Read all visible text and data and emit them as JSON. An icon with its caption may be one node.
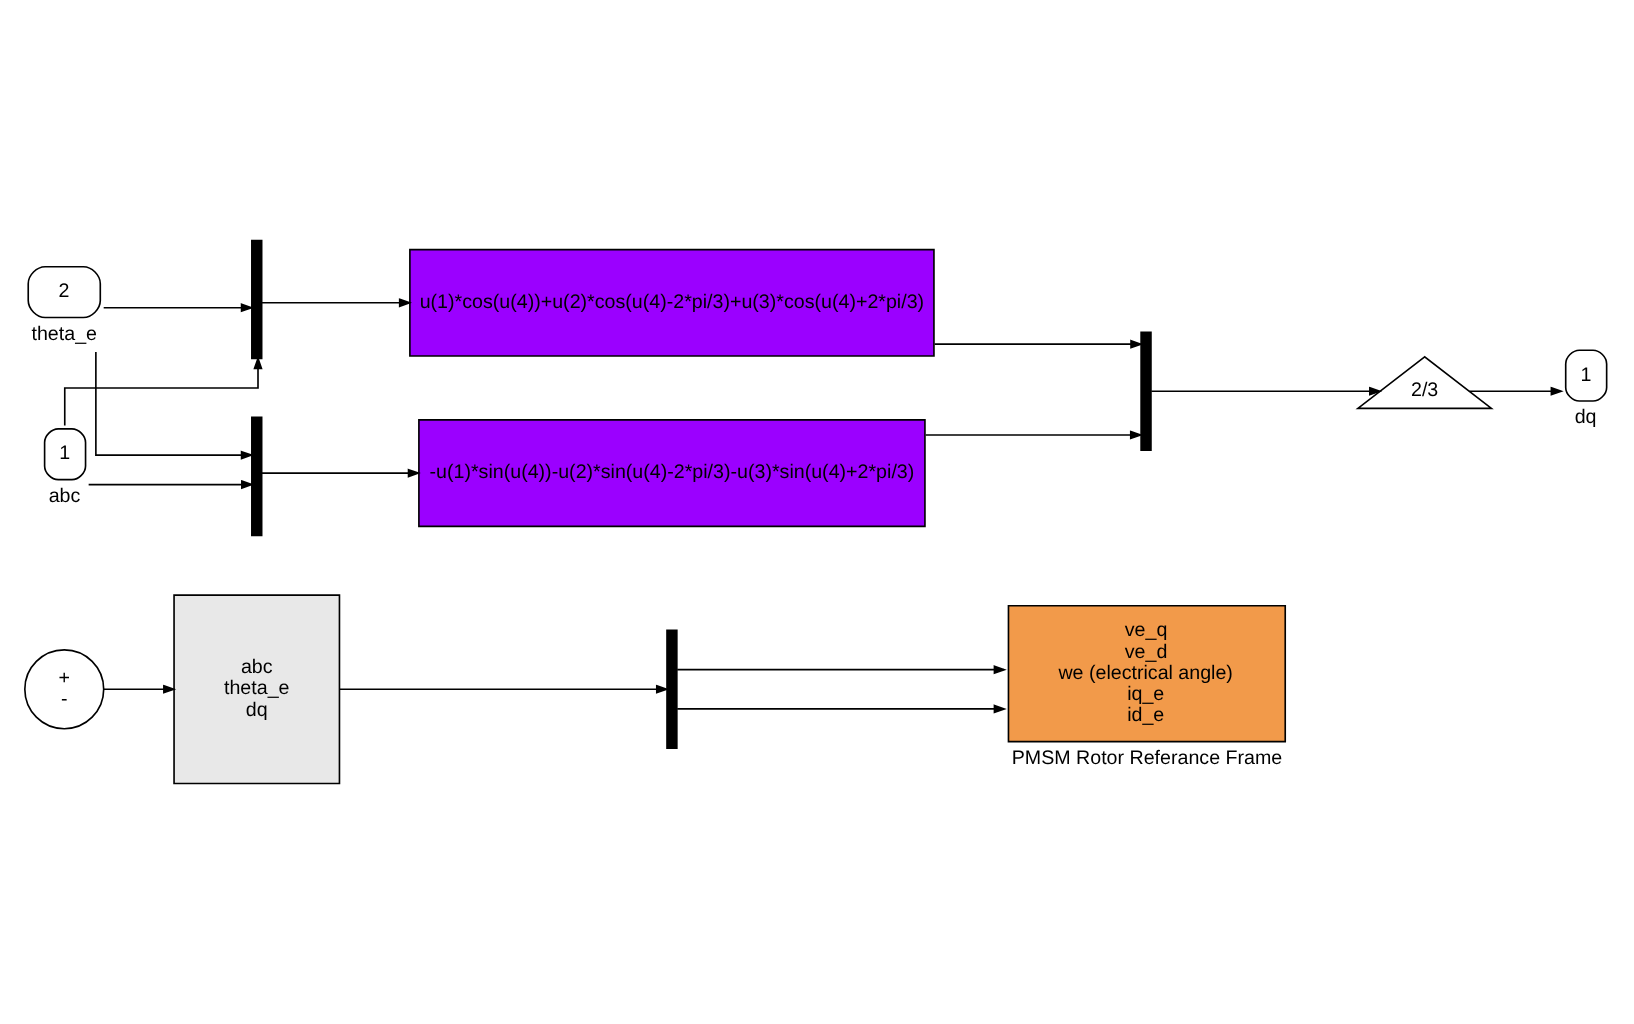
{
  "diagram": {
    "nodes": [
      {
        "text": [
          "+",
          "-"
        ]
      },
      {
        "text": [
          "abc",
          "theta_e",
          "dq"
        ]
      },
      {
        "text": [],
        "shape": "bar"
      },
      {
        "text": [
          "ve_q",
          "ve_d",
          "we (electrical angle)",
          "iq_e",
          "id_e"
        ],
        "beside": [
          "PMSM Rotor Referance Frame"
        ]
      },
      {
        "text": [
          "2"
        ],
        "beside": [
          "theta_e"
        ]
      },
      {
        "text": [
          "1"
        ],
        "beside": [
          "abc"
        ]
      },
      {
        "text": [],
        "shape": "bar"
      },
      {
        "text": [],
        "shape": "bar"
      },
      {
        "text": [
          "u(1)*cos(u(4))+u(2)*cos(u(4)-2*pi/3)+u(3)*cos(u(4)+2*pi/3)"
        ]
      },
      {
        "text": [
          "-u(1)*sin(u(4))-u(2)*sin(u(4)-2*pi/3)-u(3)*sin(u(4)+2*pi/3)"
        ]
      },
      {
        "text": [],
        "shape": "bar"
      },
      {
        "text": [
          "2/3"
        ]
      },
      {
        "text": [
          "1"
        ],
        "beside": [
          "dq"
        ]
      }
    ],
    "edges": [
      {
        "from": 0,
        "to": 1,
        "arrow": "to"
      },
      {
        "from": 1,
        "to": 2,
        "arrow": "to"
      },
      {
        "from": 2,
        "to": 3,
        "arrow": "to"
      },
      {
        "from": 2,
        "to": 3,
        "arrow": "to"
      },
      {
        "from": 5,
        "to": 6,
        "arrow": "to"
      },
      {
        "from": 4,
        "to": 6,
        "arrow": "to"
      },
      {
        "from": 5,
        "to": 7,
        "arrow": "to"
      },
      {
        "from": 4,
        "to": 7,
        "arrow": "to"
      },
      {
        "from": 6,
        "to": 8,
        "arrow": "to"
      },
      {
        "from": 7,
        "to": 9,
        "arrow": "to"
      },
      {
        "from": 8,
        "to": 10,
        "arrow": "to"
      },
      {
        "from": 9,
        "to": 10,
        "arrow": "to"
      },
      {
        "from": 10,
        "to": 11,
        "arrow": "to"
      },
      {
        "from": 11,
        "to": 12,
        "arrow": "to"
      }
    ]
  }
}
